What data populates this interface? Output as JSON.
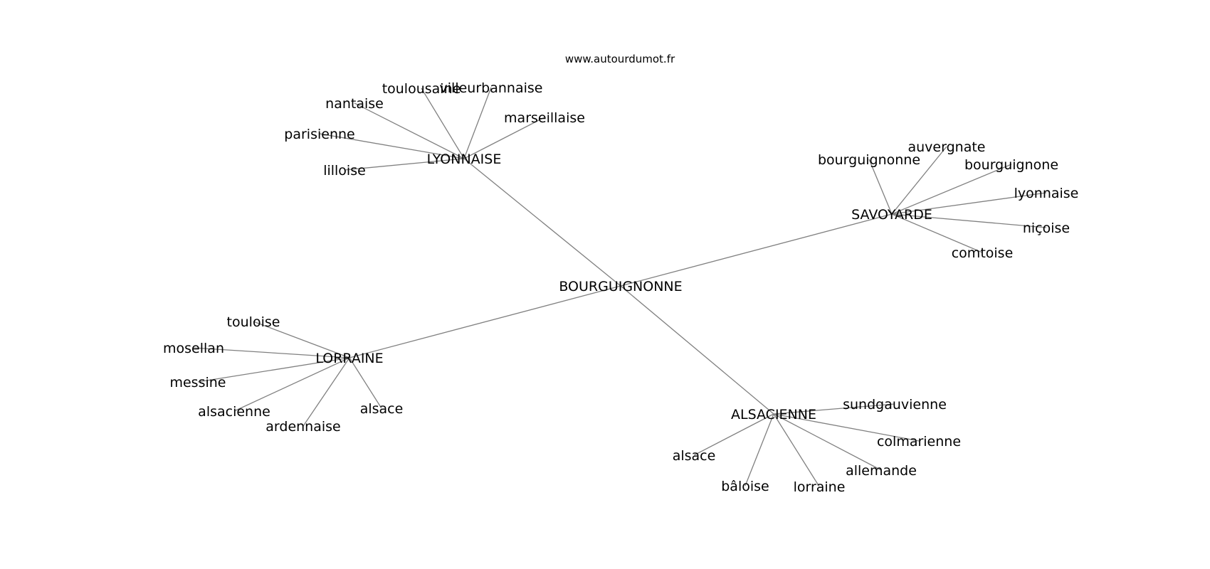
{
  "source_text": "www.autourdumot.fr",
  "edge_color": "#808080",
  "root": "BOURGUIGNONNE",
  "hubs": [
    {
      "id": "lyonnaise",
      "label": "LYONNAISE",
      "leaves": [
        "toulousaine",
        "villeurbannaise",
        "nantaise",
        "marseillaise",
        "parisienne",
        "lilloise"
      ]
    },
    {
      "id": "savoyarde",
      "label": "SAVOYARDE",
      "leaves": [
        "auvergnate",
        "bourguignonne",
        "bourguignone",
        "lyonnaise",
        "niçoise",
        "comtoise"
      ]
    },
    {
      "id": "lorraine",
      "label": "LORRAINE",
      "leaves": [
        "touloise",
        "mosellan",
        "messine",
        "alsacienne",
        "ardennaise",
        "alsace"
      ]
    },
    {
      "id": "alsacienne",
      "label": "ALSACIENNE",
      "leaves": [
        "sundgauvienne",
        "colmarienne",
        "allemande",
        "alsace",
        "bâloise",
        "lorraine"
      ]
    }
  ]
}
